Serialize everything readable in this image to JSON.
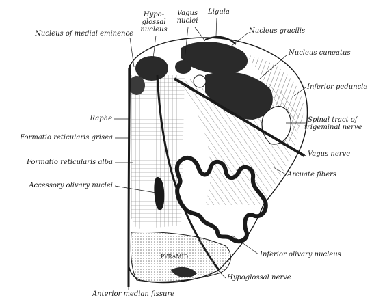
{
  "labels": {
    "nucleus_medial_eminence": "Nucleus of medial eminence",
    "hypoglossal_nucleus_1": "Hypo-",
    "hypoglossal_nucleus_2": "glossal",
    "hypoglossal_nucleus_3": "nucleus",
    "vagus_nuclei_1": "Vagus",
    "vagus_nuclei_2": "nuclei",
    "ligula": "Ligula",
    "nucleus_gracilis": "Nucleus gracilis",
    "nucleus_cuneatus": "Nucleus cuneatus",
    "inferior_peduncle": "Inferior peduncle",
    "spinal_tract_1": "Spinal tract of",
    "spinal_tract_2": "trigeminal nerve",
    "vagus_nerve": "Vagus nerve",
    "arcuate_fibers": "Arcuate fibers",
    "raphe": "Raphe",
    "formatio_grisea": "Formatio reticularis grisea",
    "formatio_alba": "Formatio reticularis alba",
    "accessory_olivary": "Accessory olivary nuclei",
    "inferior_olivary": "Inferior olivary nucleus",
    "pyramid": "PYRAMID",
    "hypoglossal_nerve": "Hypoglossal nerve",
    "anterior_median_fissure": "Anterior median fissure"
  },
  "colors": {
    "ink": "#1a1a1a",
    "dark_nucleus": "#2a2a2a",
    "mid_gray": "#7a7a7a",
    "light_gray": "#cfcfcf",
    "paper": "#ffffff"
  }
}
